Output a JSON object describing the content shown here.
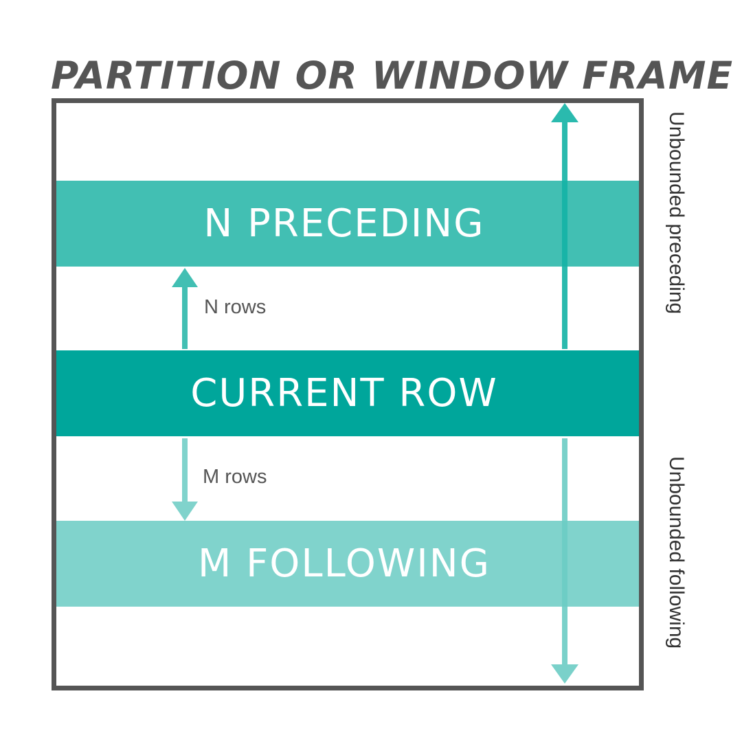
{
  "title": "PARTITION OR WINDOW FRAME",
  "bands": {
    "preceding": "N PRECEDING",
    "current": "CURRENT ROW",
    "following": "M FOLLOWING"
  },
  "offsets": {
    "n_rows": "N rows",
    "m_rows": "M rows"
  },
  "side_labels": {
    "unbounded_preceding": "Unbounded preceding",
    "unbounded_following": "Unbounded following"
  },
  "colors": {
    "frame": "#555555",
    "preceding": "#42bfb3",
    "current": "#00a69b",
    "following": "#80d3cc"
  }
}
